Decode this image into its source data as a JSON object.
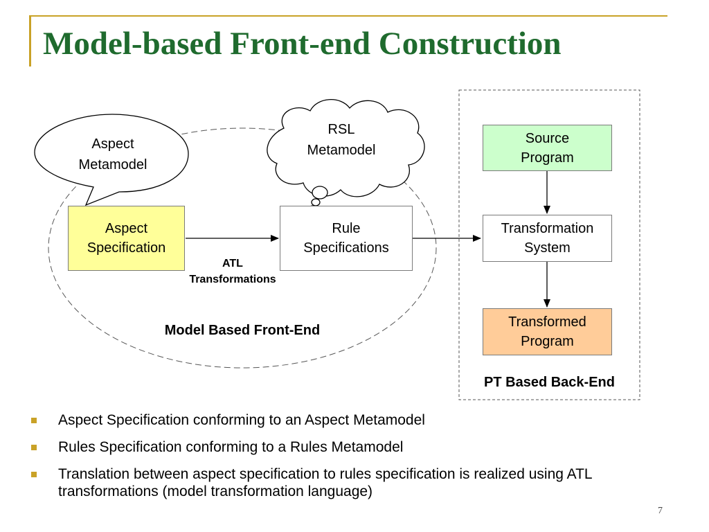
{
  "slide": {
    "title": "Model-based Front-end Construction",
    "page_number": "7"
  },
  "diagram": {
    "front_end_label": "Model Based Front-End",
    "back_end_label": "PT Based Back-End",
    "aspect_metamodel": [
      "Aspect",
      "Metamodel"
    ],
    "rsl_metamodel": [
      "RSL",
      "Metamodel"
    ],
    "aspect_specification": [
      "Aspect",
      "Specification"
    ],
    "rule_specifications": [
      "Rule",
      "Specifications"
    ],
    "atl_transformations": [
      "ATL",
      "Transformations"
    ],
    "source_program": [
      "Source",
      "Program"
    ],
    "transformation_system": [
      "Transformation",
      "System"
    ],
    "transformed_program": [
      "Transformed",
      "Program"
    ],
    "colors": {
      "aspect_specification_fill": "#ffff99",
      "source_program_fill": "#ccffcc",
      "transformed_program_fill": "#ffcc99",
      "title": "#1f6b2e",
      "accent": "#c9a227"
    }
  },
  "bullets": [
    "Aspect Specification conforming to an Aspect Metamodel",
    "Rules Specification conforming to a Rules Metamodel",
    "Translation between aspect specification to rules specification is realized using ATL transformations (model transformation language)"
  ]
}
